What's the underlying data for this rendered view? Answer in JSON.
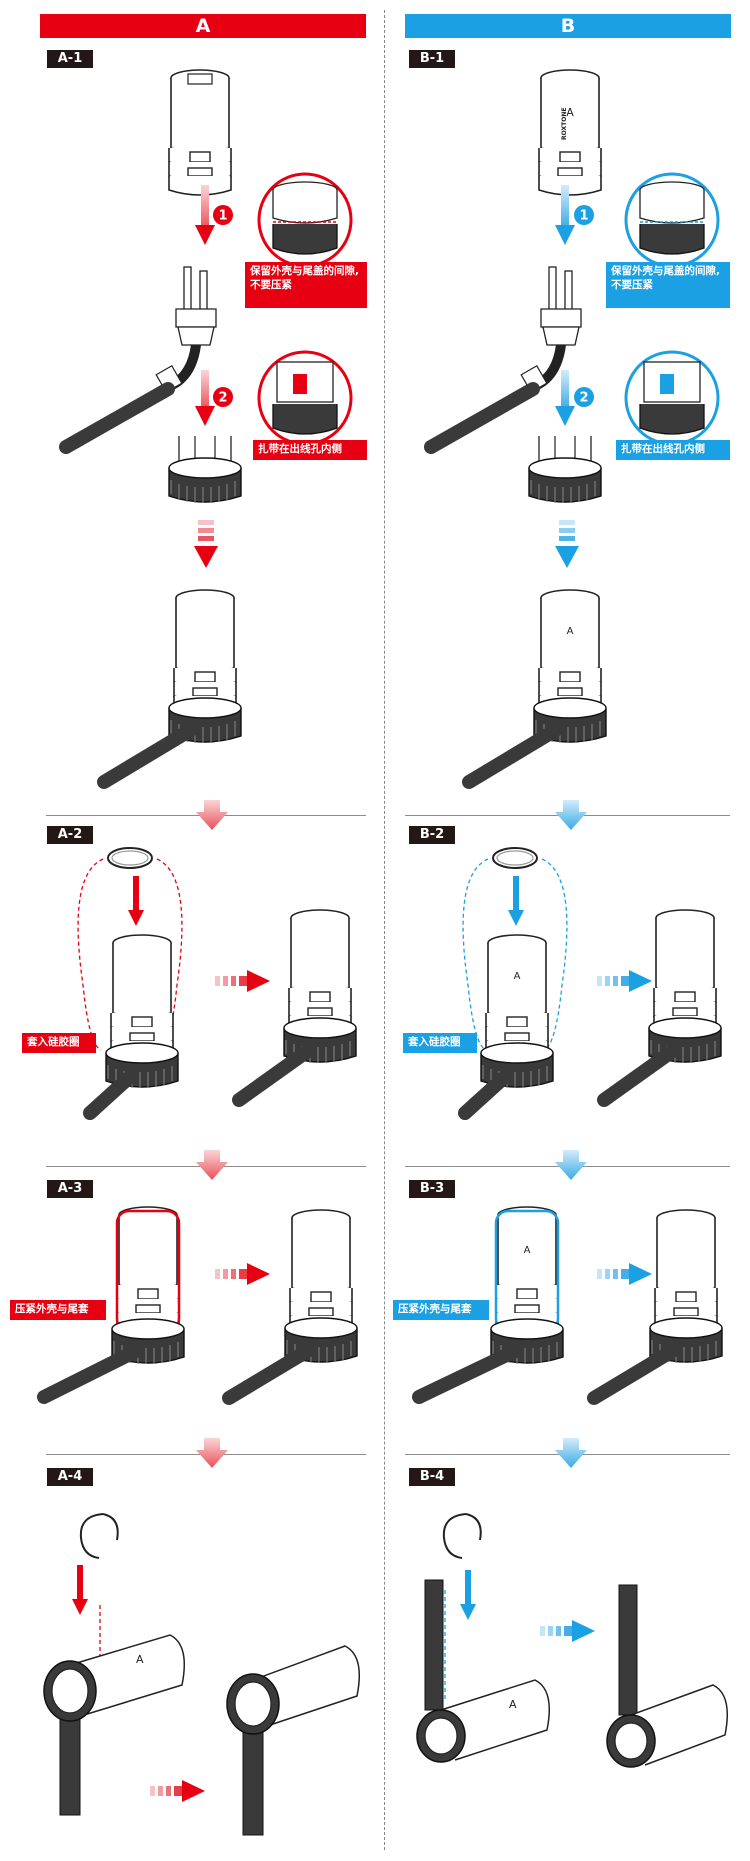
{
  "columns": {
    "a": {
      "header": "A",
      "color": "#e60012"
    },
    "b": {
      "header": "B",
      "color": "#1aa0e3"
    }
  },
  "steps": {
    "a1": "A-1",
    "a2": "A-2",
    "a3": "A-3",
    "a4": "A-4",
    "b1": "B-1",
    "b2": "B-2",
    "b3": "B-3",
    "b4": "B-4"
  },
  "badges": {
    "one": "1",
    "two": "2"
  },
  "callouts": {
    "gap_line1": "保留外壳与尾盖的间隙,",
    "gap_line2": "不要压紧",
    "tie_inside": "扎带在出线孔内侧",
    "silicone_ring": "套入硅胶圈",
    "press_shell": "压紧外壳与尾套"
  },
  "connector_text": {
    "pin_letter": "A",
    "brand": "ROXTONE"
  }
}
